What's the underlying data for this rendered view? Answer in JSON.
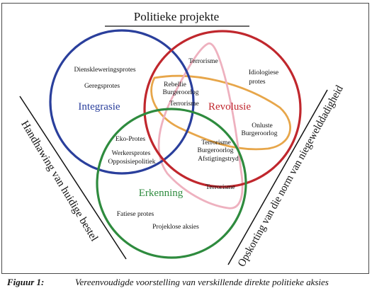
{
  "title": "Politieke projekte",
  "circles": {
    "integrasie": {
      "label": "Integrasie",
      "color": "#2a3f9c"
    },
    "revolusie": {
      "label": "Revolusie",
      "color": "#c0272d"
    },
    "erkenning": {
      "label": "Erkenning",
      "color": "#2e8b3e"
    }
  },
  "loops": {
    "orange_color": "#e7a64a",
    "pink_color": "#eeb1bf"
  },
  "items": {
    "dienslewering": "Dienskleweringsprotes",
    "geregsprotes": "Geregsprotes",
    "terrorisme_top": "Terrorisme",
    "idiologiese_1": "Idiologiese",
    "idiologiese_2": "protes",
    "rebellie": "Rebellie",
    "burgeroorlog_1": "Burgeroorlog",
    "terrorisme_mid": "Terrorisme",
    "onluste": "Onluste",
    "burgeroorlog_2": "Burgeroorlog",
    "eko_protes": "Eko-Protes",
    "werkersprotes": "Werkersprotes",
    "opposisie": "Opposisiepolitiek",
    "terrorisme_center": "Terrorisme",
    "burgeroorlog_center": "Burgeroorlog",
    "afstigting": "Afstigtingstryd",
    "terrorisme_low": "Terrorisme",
    "fatiese": "Fatiese protes",
    "projeklose": "Projeklose aksies"
  },
  "side_left": "Handhawing van huidige bestel",
  "side_right": "Opskorting van die norm van niegewelddadigheid",
  "caption": {
    "label": "Figuur 1:",
    "text": "Vereenvoudigde voorstelling van verskillende direkte politieke aksies"
  }
}
